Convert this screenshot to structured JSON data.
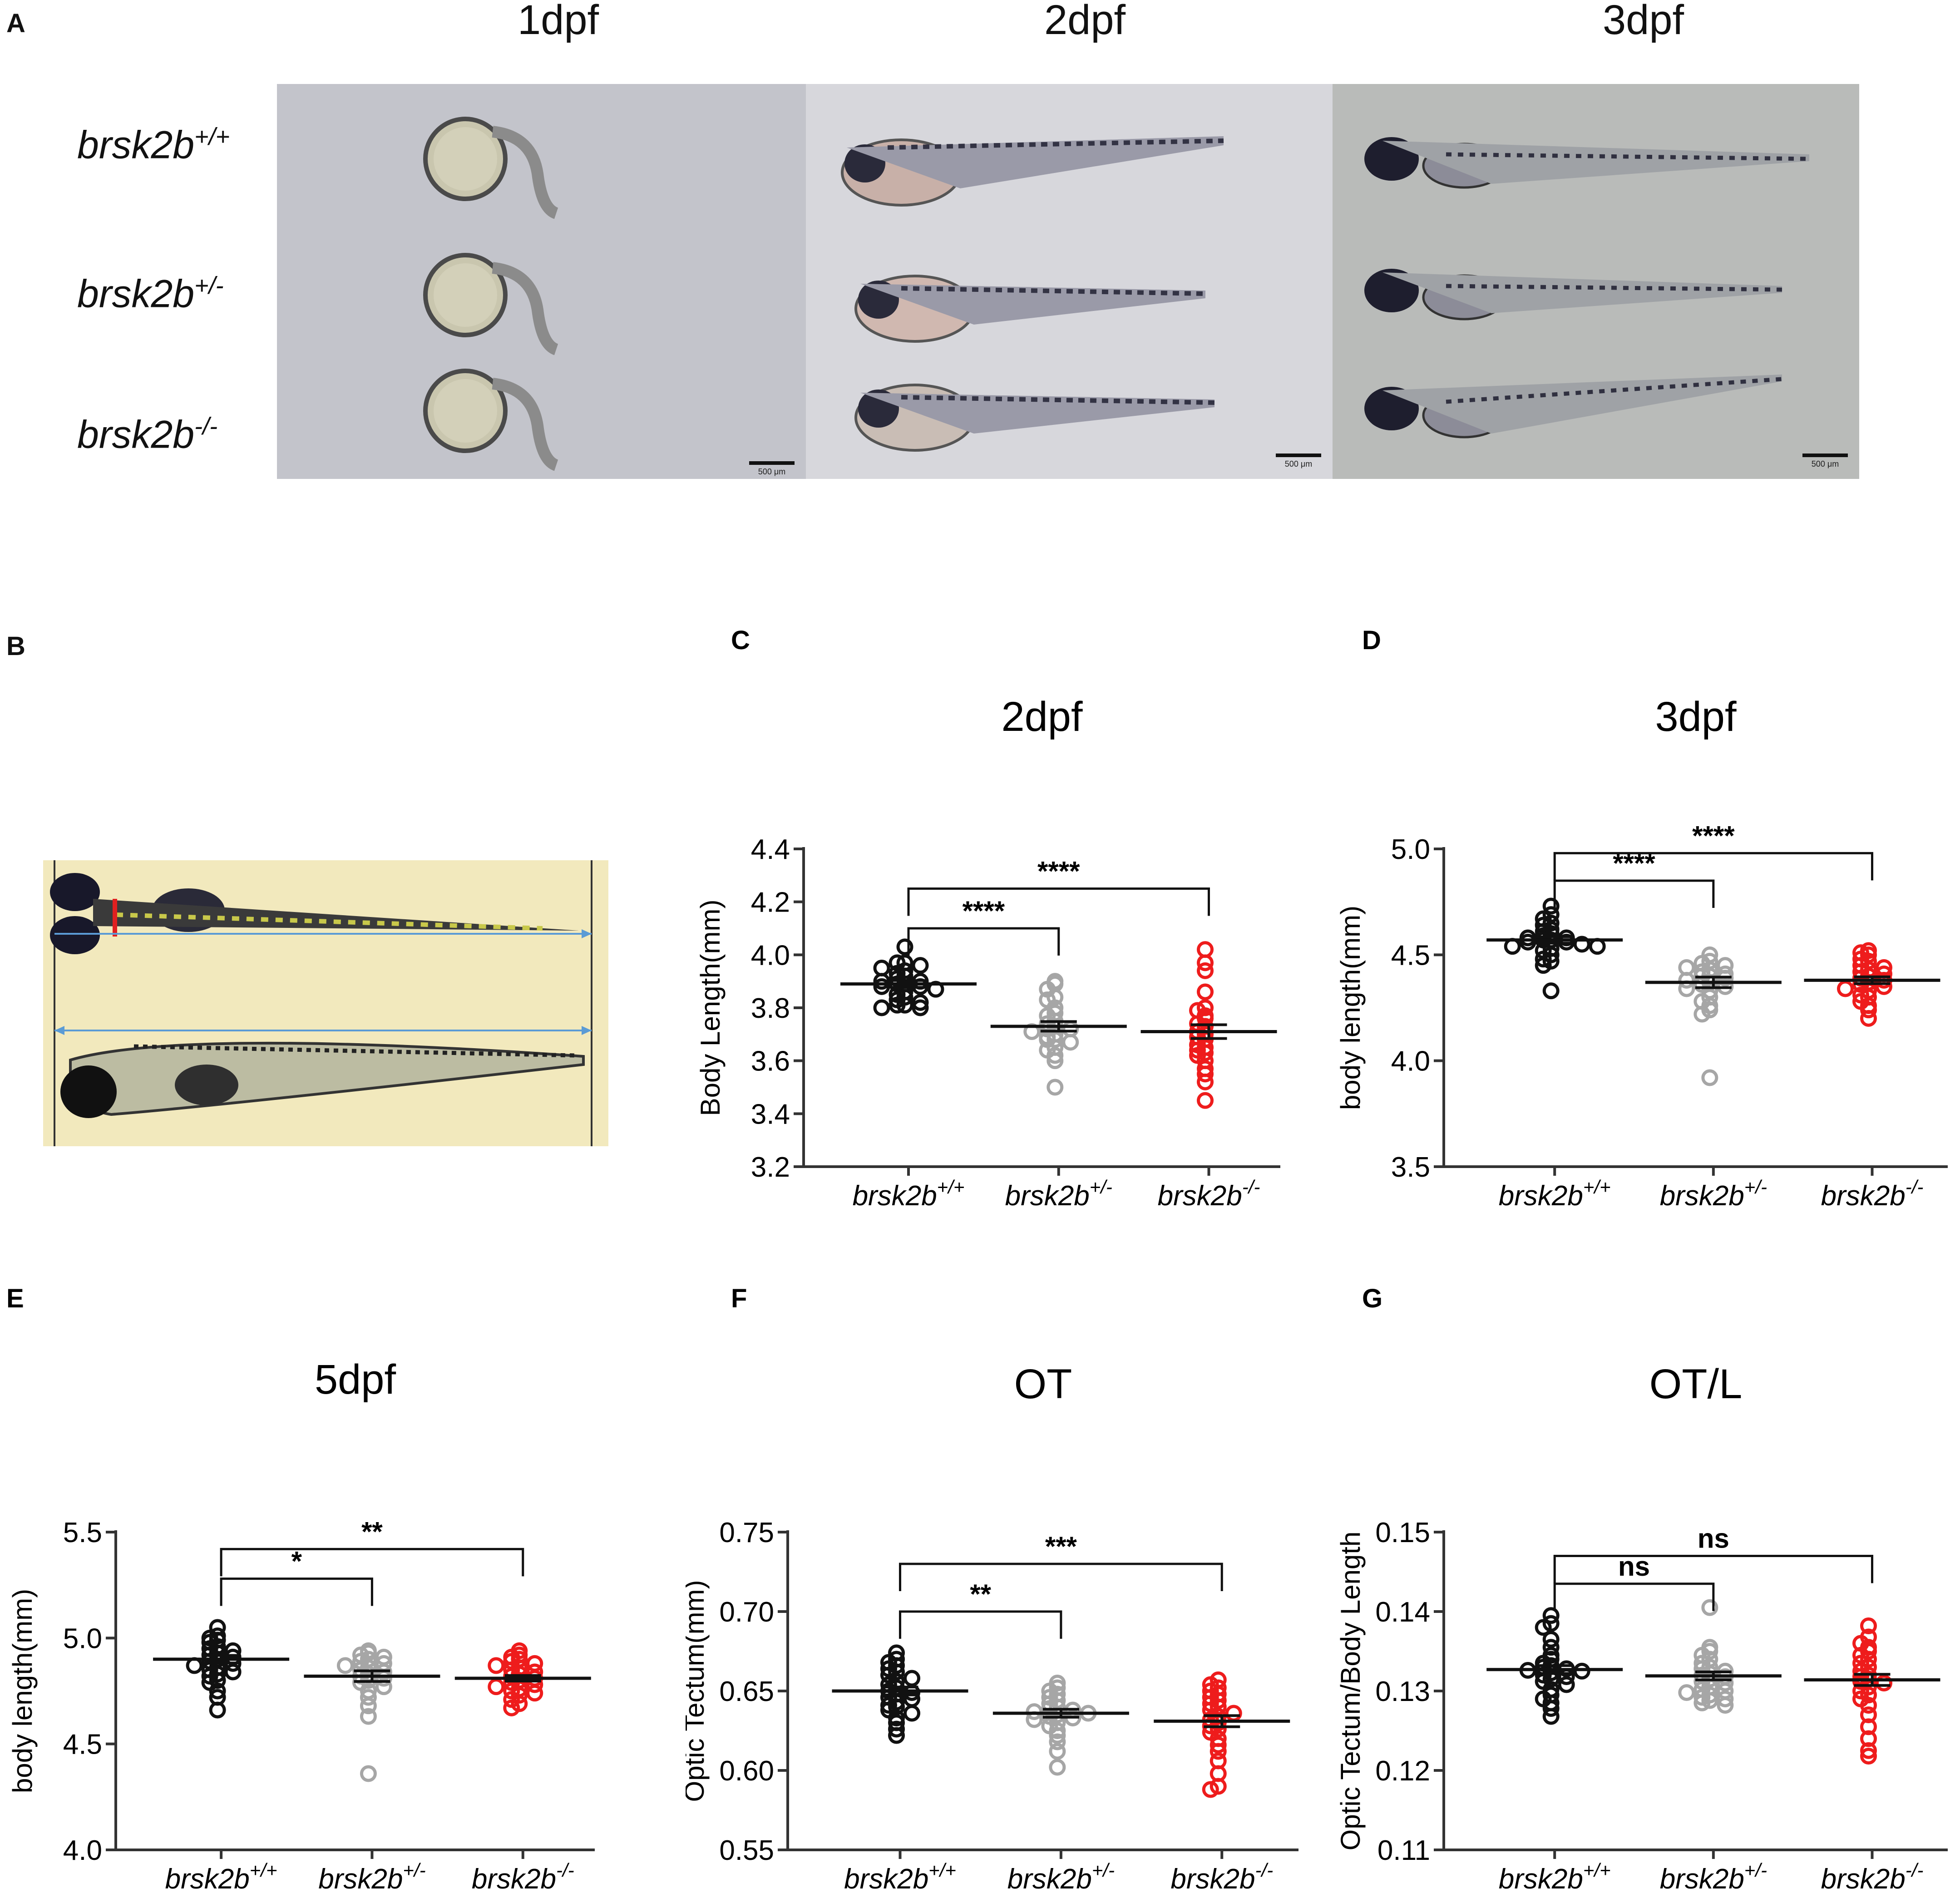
{
  "panel_a": {
    "label": "A",
    "days": [
      "1dpf",
      "2dpf",
      "3dpf"
    ],
    "genotypes": [
      {
        "base": "brsk2b",
        "sup": "+/+"
      },
      {
        "base": "brsk2b",
        "sup": "+/-"
      },
      {
        "base": "brsk2b",
        "sup": "-/-"
      }
    ],
    "scale_bar": "500 μm"
  },
  "panel_b": {
    "label": "B"
  },
  "colors": {
    "wt": "#111111",
    "het": "#a6a6a6",
    "ko": "#ee1c1c",
    "arrow": "#5b9bd5",
    "head_bar": "#e02020"
  },
  "chart_data": [
    {
      "panel": "C",
      "type": "scatter",
      "title": "2dpf",
      "ylabel": "Body Length(mm)",
      "ylim": [
        3.2,
        4.4
      ],
      "yticks": [
        "3.2",
        "3.4",
        "3.6",
        "3.8",
        "4.0",
        "4.2",
        "4.4"
      ],
      "categories": [
        {
          "base": "brsk2b",
          "sup": "+/+"
        },
        {
          "base": "brsk2b",
          "sup": "+/-"
        },
        {
          "base": "brsk2b",
          "sup": "-/-"
        }
      ],
      "series": [
        {
          "mean": 3.89,
          "sem": 0.013,
          "values": [
            4.03,
            3.97,
            3.97,
            3.96,
            3.95,
            3.94,
            3.93,
            3.92,
            3.91,
            3.9,
            3.9,
            3.89,
            3.89,
            3.88,
            3.88,
            3.87,
            3.86,
            3.85,
            3.84,
            3.83,
            3.82,
            3.81,
            3.81,
            3.8,
            3.8
          ]
        },
        {
          "mean": 3.73,
          "sem": 0.018,
          "values": [
            3.9,
            3.89,
            3.87,
            3.84,
            3.83,
            3.8,
            3.78,
            3.77,
            3.75,
            3.74,
            3.73,
            3.72,
            3.72,
            3.71,
            3.7,
            3.69,
            3.68,
            3.68,
            3.67,
            3.65,
            3.64,
            3.62,
            3.6,
            3.5
          ]
        },
        {
          "mean": 3.71,
          "sem": 0.026,
          "values": [
            4.02,
            3.97,
            3.94,
            3.86,
            3.8,
            3.79,
            3.77,
            3.76,
            3.74,
            3.73,
            3.71,
            3.7,
            3.69,
            3.68,
            3.66,
            3.65,
            3.64,
            3.63,
            3.62,
            3.6,
            3.57,
            3.55,
            3.52,
            3.45
          ]
        }
      ],
      "annotations": [
        {
          "from": 0,
          "to": 1,
          "text": "****",
          "y": 4.1
        },
        {
          "from": 0,
          "to": 2,
          "text": "****",
          "y": 4.25
        }
      ]
    },
    {
      "panel": "D",
      "type": "scatter",
      "title": "3dpf",
      "ylabel": "body length(mm)",
      "ylim": [
        3.5,
        5.0
      ],
      "yticks": [
        "3.5",
        "4.0",
        "4.5",
        "5.0"
      ],
      "categories": [
        {
          "base": "brsk2b",
          "sup": "+/+"
        },
        {
          "base": "brsk2b",
          "sup": "+/-"
        },
        {
          "base": "brsk2b",
          "sup": "-/-"
        }
      ],
      "series": [
        {
          "mean": 4.57,
          "sem": 0.015,
          "values": [
            4.73,
            4.69,
            4.67,
            4.65,
            4.64,
            4.62,
            4.61,
            4.6,
            4.59,
            4.58,
            4.58,
            4.57,
            4.57,
            4.56,
            4.56,
            4.55,
            4.54,
            4.54,
            4.53,
            4.52,
            4.5,
            4.48,
            4.47,
            4.45,
            4.33
          ]
        },
        {
          "mean": 4.37,
          "sem": 0.025,
          "values": [
            4.5,
            4.47,
            4.46,
            4.45,
            4.44,
            4.43,
            4.42,
            4.41,
            4.4,
            4.4,
            4.39,
            4.38,
            4.37,
            4.36,
            4.35,
            4.34,
            4.33,
            4.3,
            4.28,
            4.26,
            4.24,
            4.22,
            3.92
          ]
        },
        {
          "mean": 4.38,
          "sem": 0.016,
          "values": [
            4.52,
            4.51,
            4.5,
            4.48,
            4.47,
            4.45,
            4.44,
            4.43,
            4.42,
            4.41,
            4.4,
            4.39,
            4.38,
            4.37,
            4.36,
            4.35,
            4.34,
            4.33,
            4.31,
            4.3,
            4.28,
            4.26,
            4.24,
            4.2
          ]
        }
      ],
      "annotations": [
        {
          "from": 0,
          "to": 1,
          "text": "****",
          "y": 4.85
        },
        {
          "from": 0,
          "to": 2,
          "text": "****",
          "y": 4.98
        }
      ]
    },
    {
      "panel": "E",
      "type": "scatter",
      "title": "5dpf",
      "ylabel": "body length(mm)",
      "ylim": [
        4.0,
        5.5
      ],
      "yticks": [
        "4.0",
        "4.5",
        "5.0",
        "5.5"
      ],
      "categories": [
        {
          "base": "brsk2b",
          "sup": "+/+"
        },
        {
          "base": "brsk2b",
          "sup": "+/-"
        },
        {
          "base": "brsk2b",
          "sup": "-/-"
        }
      ],
      "series": [
        {
          "mean": 4.9,
          "sem": 0.018,
          "values": [
            5.05,
            5.01,
            5.0,
            4.99,
            4.98,
            4.96,
            4.95,
            4.94,
            4.93,
            4.92,
            4.91,
            4.9,
            4.89,
            4.88,
            4.87,
            4.86,
            4.85,
            4.84,
            4.83,
            4.82,
            4.8,
            4.79,
            4.75,
            4.72,
            4.66
          ]
        },
        {
          "mean": 4.82,
          "sem": 0.025,
          "values": [
            4.94,
            4.93,
            4.92,
            4.91,
            4.9,
            4.89,
            4.88,
            4.87,
            4.86,
            4.85,
            4.84,
            4.83,
            4.82,
            4.81,
            4.8,
            4.79,
            4.77,
            4.75,
            4.72,
            4.68,
            4.63,
            4.36
          ]
        },
        {
          "mean": 4.81,
          "sem": 0.013,
          "values": [
            4.94,
            4.92,
            4.91,
            4.9,
            4.89,
            4.88,
            4.87,
            4.86,
            4.85,
            4.84,
            4.83,
            4.82,
            4.81,
            4.8,
            4.79,
            4.78,
            4.77,
            4.76,
            4.75,
            4.74,
            4.73,
            4.71,
            4.69,
            4.67
          ]
        }
      ],
      "annotations": [
        {
          "from": 0,
          "to": 1,
          "text": "*",
          "y": 5.28
        },
        {
          "from": 0,
          "to": 2,
          "text": "**",
          "y": 5.42
        }
      ]
    },
    {
      "panel": "F",
      "type": "scatter",
      "title": "OT",
      "ylabel": "Optic Tectum(mm)",
      "ylim": [
        0.55,
        0.75
      ],
      "yticks": [
        "0.55",
        "0.60",
        "0.65",
        "0.70",
        "0.75"
      ],
      "categories": [
        {
          "base": "brsk2b",
          "sup": "+/+"
        },
        {
          "base": "brsk2b",
          "sup": "+/-"
        },
        {
          "base": "brsk2b",
          "sup": "-/-"
        }
      ],
      "series": [
        {
          "mean": 0.65,
          "sem": 0.0025,
          "values": [
            0.674,
            0.67,
            0.668,
            0.666,
            0.664,
            0.662,
            0.66,
            0.658,
            0.656,
            0.654,
            0.652,
            0.65,
            0.649,
            0.648,
            0.646,
            0.645,
            0.643,
            0.641,
            0.64,
            0.638,
            0.636,
            0.633,
            0.63,
            0.626,
            0.622
          ]
        },
        {
          "mean": 0.636,
          "sem": 0.0025,
          "values": [
            0.655,
            0.652,
            0.65,
            0.648,
            0.646,
            0.644,
            0.642,
            0.64,
            0.639,
            0.638,
            0.637,
            0.636,
            0.635,
            0.634,
            0.633,
            0.632,
            0.63,
            0.628,
            0.625,
            0.622,
            0.618,
            0.612,
            0.602
          ]
        },
        {
          "mean": 0.631,
          "sem": 0.0035,
          "values": [
            0.657,
            0.654,
            0.652,
            0.65,
            0.648,
            0.646,
            0.644,
            0.642,
            0.64,
            0.638,
            0.636,
            0.634,
            0.632,
            0.63,
            0.628,
            0.626,
            0.624,
            0.62,
            0.616,
            0.612,
            0.606,
            0.598,
            0.59,
            0.588
          ]
        }
      ],
      "annotations": [
        {
          "from": 0,
          "to": 1,
          "text": "**",
          "y": 0.7
        },
        {
          "from": 0,
          "to": 2,
          "text": "***",
          "y": 0.73
        }
      ]
    },
    {
      "panel": "G",
      "type": "scatter",
      "title": "OT/L",
      "ylabel": "Optic Tectum/Body Length",
      "ylim": [
        0.11,
        0.15
      ],
      "yticks": [
        "0.11",
        "0.12",
        "0.13",
        "0.14",
        "0.15"
      ],
      "categories": [
        {
          "base": "brsk2b",
          "sup": "+/+"
        },
        {
          "base": "brsk2b",
          "sup": "+/-"
        },
        {
          "base": "brsk2b",
          "sup": "-/-"
        }
      ],
      "series": [
        {
          "mean": 0.1327,
          "sem": 0.0005,
          "values": [
            0.1395,
            0.1385,
            0.138,
            0.1365,
            0.1355,
            0.1345,
            0.134,
            0.1335,
            0.1332,
            0.133,
            0.1328,
            0.1326,
            0.1325,
            0.1323,
            0.132,
            0.1318,
            0.1315,
            0.1312,
            0.1308,
            0.1302,
            0.1295,
            0.129,
            0.1285,
            0.1278,
            0.1268
          ]
        },
        {
          "mean": 0.1319,
          "sem": 0.0005,
          "values": [
            0.1405,
            0.1355,
            0.135,
            0.1345,
            0.134,
            0.1335,
            0.133,
            0.1328,
            0.1325,
            0.1322,
            0.132,
            0.1318,
            0.1315,
            0.1312,
            0.131,
            0.1305,
            0.1302,
            0.13,
            0.1298,
            0.1295,
            0.1292,
            0.129,
            0.1288,
            0.1285,
            0.1282
          ]
        },
        {
          "mean": 0.1314,
          "sem": 0.0007,
          "values": [
            0.1382,
            0.1368,
            0.136,
            0.1355,
            0.135,
            0.1345,
            0.134,
            0.1335,
            0.133,
            0.1325,
            0.132,
            0.1318,
            0.1315,
            0.1312,
            0.131,
            0.1305,
            0.13,
            0.1295,
            0.129,
            0.1282,
            0.127,
            0.1255,
            0.124,
            0.1225,
            0.1218
          ]
        }
      ],
      "annotations": [
        {
          "from": 0,
          "to": 1,
          "text": "ns",
          "y": 0.1435
        },
        {
          "from": 0,
          "to": 2,
          "text": "ns",
          "y": 0.147
        }
      ]
    }
  ]
}
